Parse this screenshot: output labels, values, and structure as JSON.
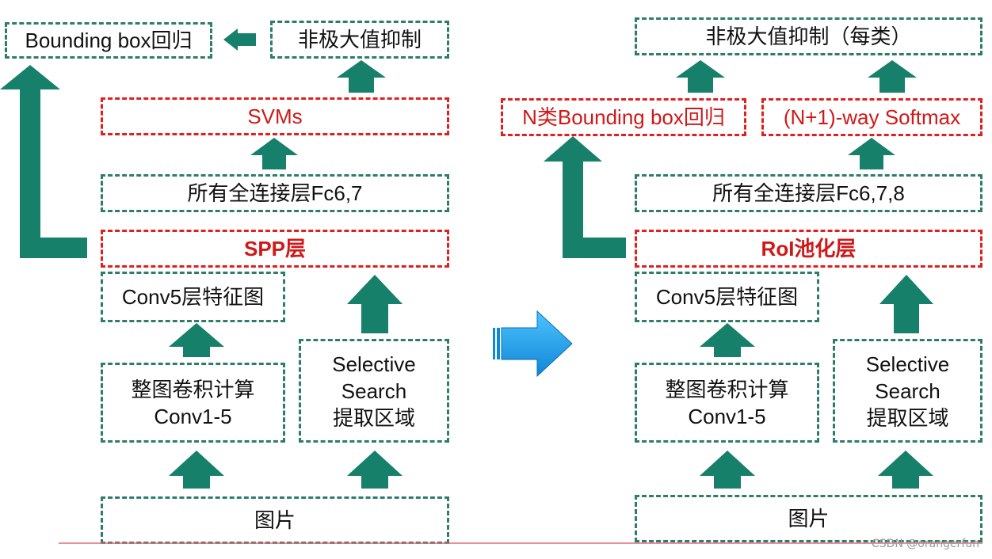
{
  "colors": {
    "green_border": "#2e7d6b",
    "green_arrow": "#17806a",
    "red_border": "#e02020",
    "red_text": "#d01818",
    "blue_arrow": "#1aa0e8",
    "baseline": "#e06a7a"
  },
  "left": {
    "bbox_regression": "Bounding box回归",
    "nms": "非极大值抑制",
    "svms": "SVMs",
    "fc": "所有全连接层Fc6,7",
    "spp": "SPP层",
    "conv5": "Conv5层特征图",
    "conv_line1": "整图卷积计算",
    "conv_line2": "Conv1-5",
    "ss_line1": "Selective",
    "ss_line2": "Search",
    "ss_line3": "提取区域",
    "image": "图片"
  },
  "right": {
    "nms": "非极大值抑制（每类）",
    "bbox_regression": "N类Bounding box回归",
    "softmax": "(N+1)-way Softmax",
    "fc": "所有全连接层Fc6,7,8",
    "roi": "RoI池化层",
    "conv5": "Conv5层特征图",
    "conv_line1": "整图卷积计算",
    "conv_line2": "Conv1-5",
    "ss_line1": "Selective",
    "ss_line2": "Search",
    "ss_line3": "提取区域",
    "image": "图片"
  },
  "watermark": "CSDN @orangerfun"
}
